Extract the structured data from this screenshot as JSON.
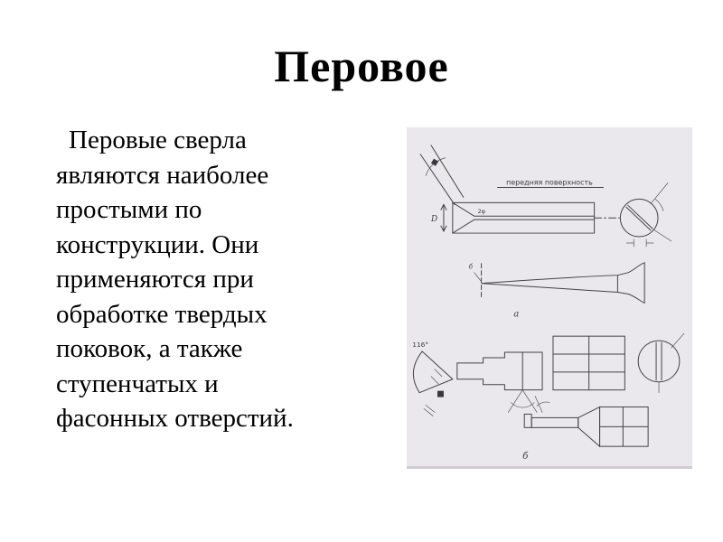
{
  "slide": {
    "title": "Перовое",
    "body": "Перовые сверла\nявляются наиболее\nпростыми по\nконструкции. Они\nприменяются при\nобработке твердых\nпоковок, а также\nступенчатых и\nфасонных отверстий."
  },
  "figure": {
    "labels": {
      "front_surface": "передняя поверхность",
      "dim_d": "D",
      "angle_2phi": "2φ",
      "dim_b": "б",
      "label_a": "а",
      "angle_116": "116°",
      "label_b": "б"
    }
  },
  "colors": {
    "background": "#ffffff",
    "text": "#000000",
    "figure_background": "#eae8ec",
    "drawing_stroke": "#45414a"
  }
}
